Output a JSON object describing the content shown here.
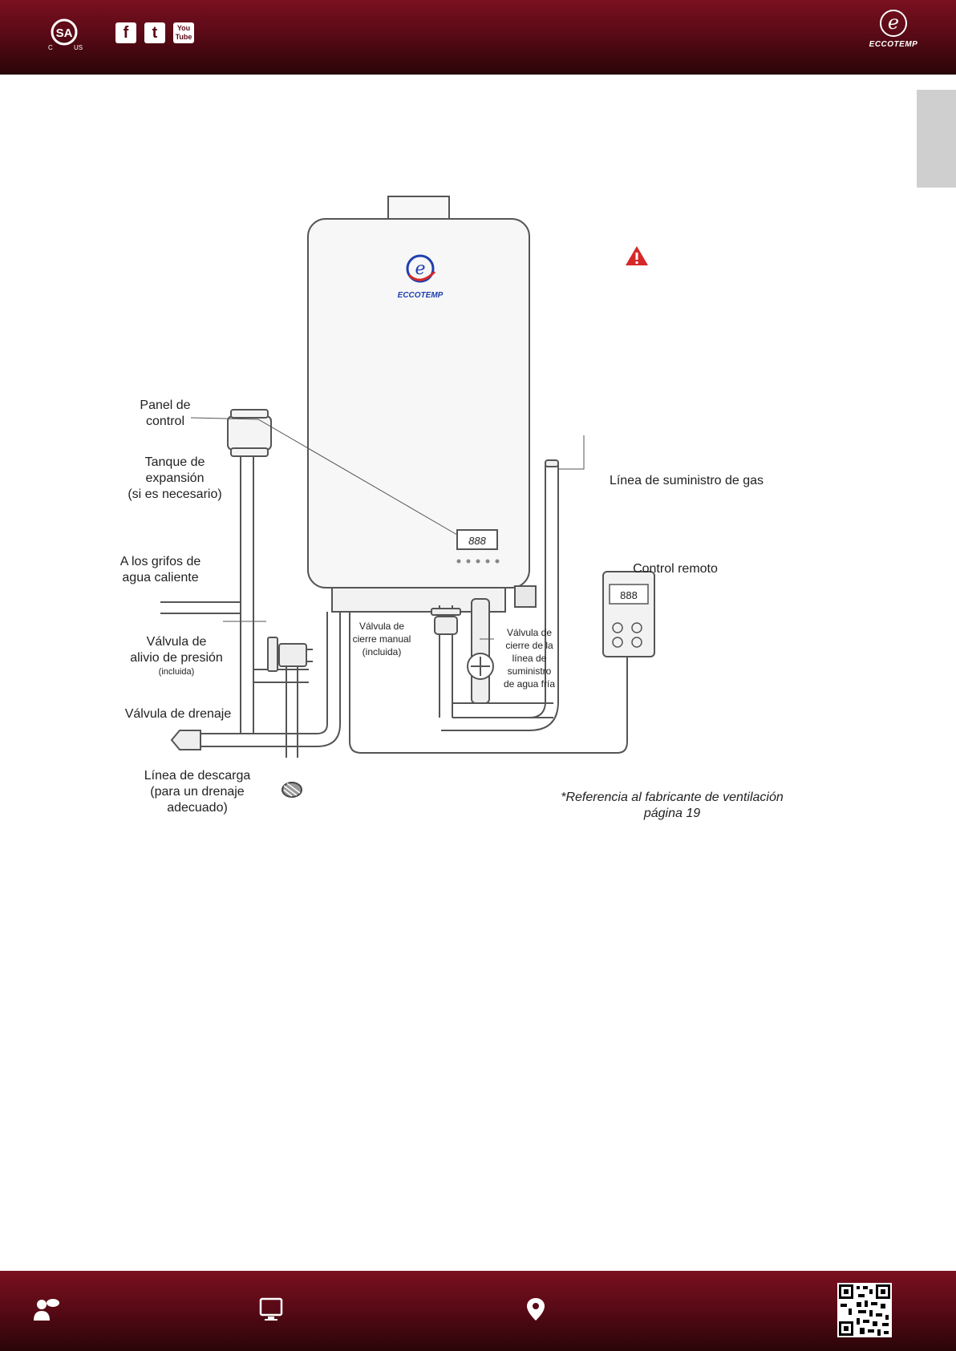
{
  "header": {
    "cert_mark": "SA",
    "cert_left": "C",
    "cert_right": "US",
    "social": [
      {
        "icon": "facebook-icon",
        "glyph": "f"
      },
      {
        "icon": "twitter-icon",
        "glyph": "t"
      },
      {
        "icon": "youtube-icon",
        "glyph": "You Tube"
      }
    ],
    "logo_text": "ECCOTEMP",
    "logo_letter": "e"
  },
  "diagram": {
    "unit_brand": "ECCOTEMP",
    "display_digits": "888",
    "labels": {
      "panel_l1": "Panel de",
      "panel_l2": "control",
      "tank_l1": "Tanque de",
      "tank_l2": "expansión",
      "tank_l3": "(si es necesario)",
      "hot_l1": "A los grifos de",
      "hot_l2": "agua caliente",
      "relief_l1": "Válvula de",
      "relief_l2": "alivio de presión",
      "relief_l3": "(incluida)",
      "drain": "Válvula de drenaje",
      "discharge_l1": "Línea de descarga",
      "discharge_l2": "(para un drenaje",
      "discharge_l3": "adecuado)",
      "manual_l1": "Válvula de",
      "manual_l2": "cierre manual",
      "manual_l3": "(incluida)",
      "cold_l1": "Válvula de",
      "cold_l2": "cierre de la",
      "cold_l3": "línea de",
      "cold_l4": "suministro",
      "cold_l5": "de agua fría",
      "gas": "Línea de suministro de gas",
      "remote": "Control remoto",
      "remote_digits": "888",
      "vent_ref_l1": "*Referencia al fabricante de ventilación",
      "vent_ref_l2": "página 19"
    },
    "warning_color": "#d62828",
    "brand_blue": "#1f3fb0",
    "brand_red": "#d62828"
  },
  "footer": {
    "icons": [
      "phone-support-icon",
      "computer-monitor-icon",
      "location-pin-icon",
      "qr-code-icon"
    ]
  }
}
